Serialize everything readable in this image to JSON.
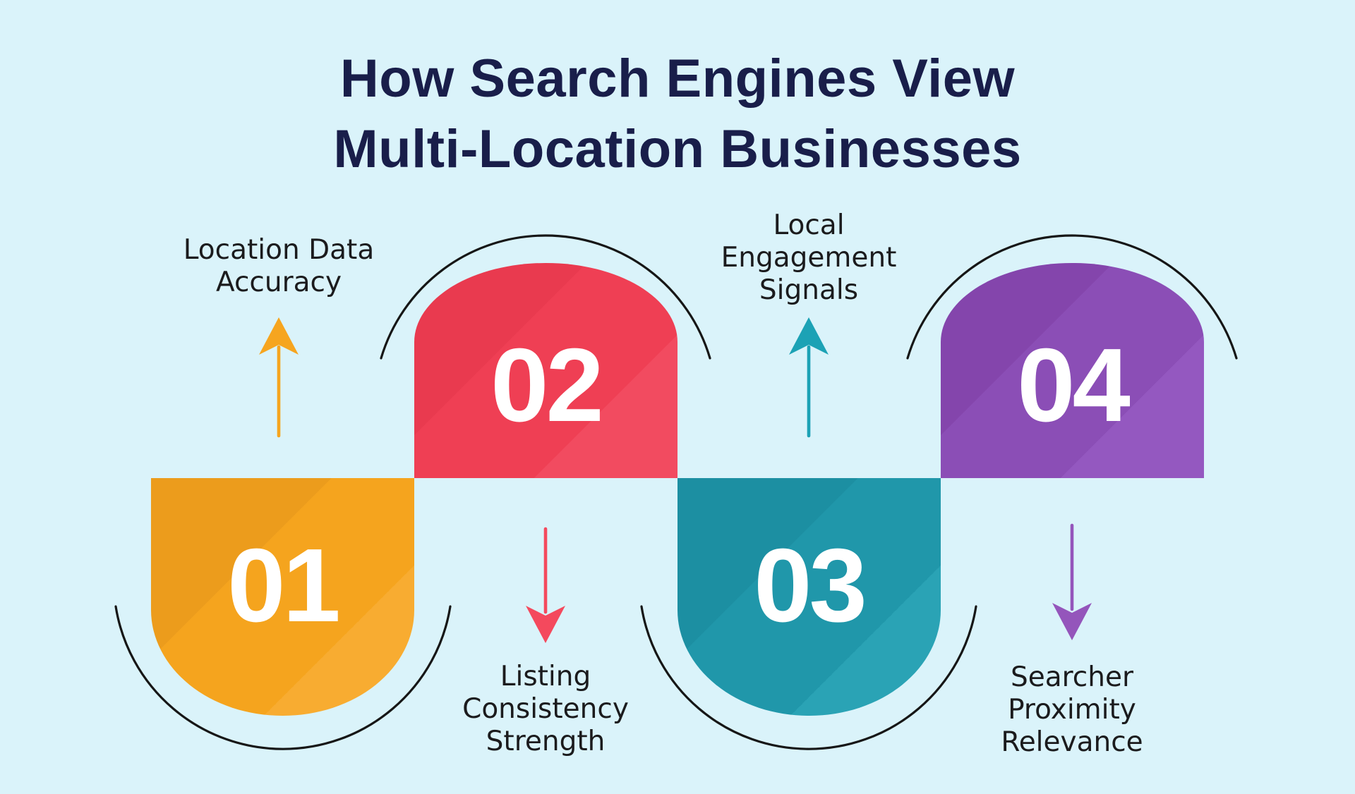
{
  "title": {
    "line1": "How Search Engines View",
    "line2": "Multi-Location Businesses"
  },
  "steps": [
    {
      "number": "01",
      "label": "Location Data Accuracy",
      "label_lines": [
        "Location Data",
        "Accuracy"
      ],
      "arrow_direction": "up",
      "block_position": "lower",
      "block_color_name": "orange"
    },
    {
      "number": "02",
      "label": "Listing Consistency Strength",
      "label_lines": [
        "Listing",
        "Consistency",
        "Strength"
      ],
      "arrow_direction": "down",
      "block_position": "upper",
      "block_color_name": "red"
    },
    {
      "number": "03",
      "label": "Local Engagement Signals",
      "label_lines": [
        "Local",
        "Engagement",
        "Signals"
      ],
      "arrow_direction": "up",
      "block_position": "lower",
      "block_color_name": "teal"
    },
    {
      "number": "04",
      "label": "Searcher Proximity Relevance",
      "label_lines": [
        "Searcher",
        "Proximity",
        "Relevance"
      ],
      "arrow_direction": "down",
      "block_position": "upper",
      "block_color_name": "purple"
    }
  ],
  "colors": {
    "background": "#DAF3FA",
    "title_text": "#191E4A",
    "label_text": "#1B1B1D",
    "arc_stroke": "#161616",
    "number_text": "#FFFFFF",
    "orange_dark": "#EC9C1C",
    "orange_main": "#F5A41E",
    "orange_light": "#F8AC31",
    "orange_arrow": "#F6A51F",
    "red_dark": "#E93A4F",
    "red_main": "#EF3F54",
    "red_light": "#F24B60",
    "red_arrow": "#F4495D",
    "teal_dark": "#1C8FA2",
    "teal_main": "#2097AA",
    "teal_light": "#2AA3B5",
    "teal_arrow": "#1CA2B5",
    "purple_dark": "#8445AC",
    "purple_main": "#8B4EB6",
    "purple_light": "#9458C0",
    "purple_arrow": "#9455BB"
  }
}
